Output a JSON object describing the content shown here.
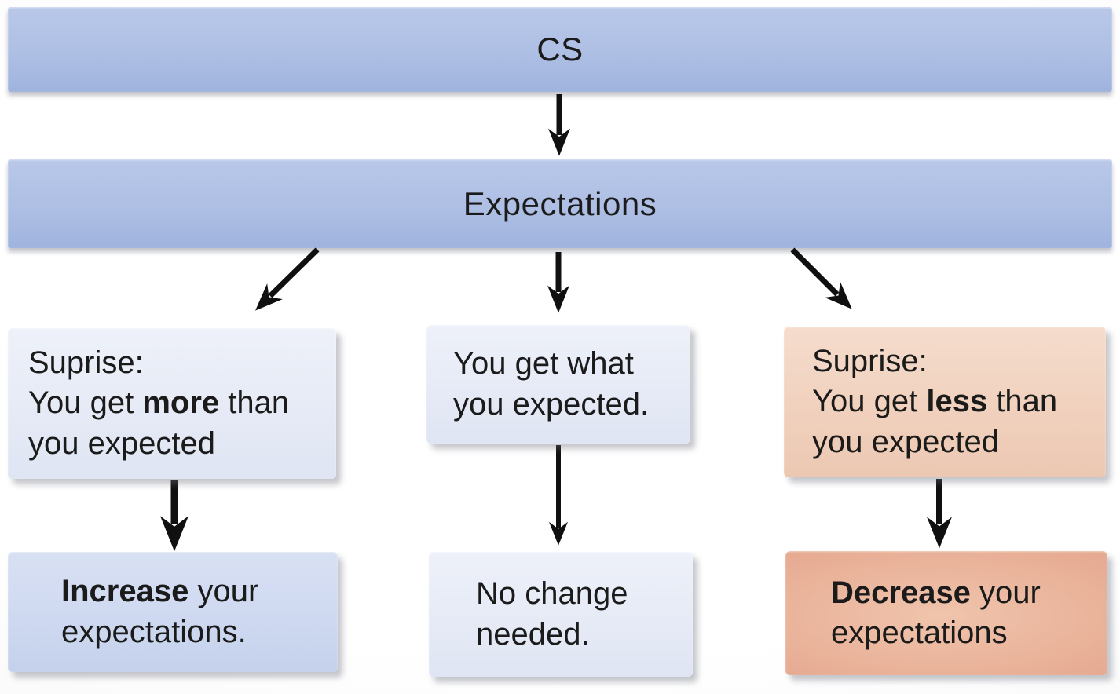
{
  "colors": {
    "bar-top": "#b9c8e9",
    "bar-mid": "#aebfe4",
    "bar-bottom": "#9fb3dd",
    "light-box-top": "#eef1f9",
    "light-box-bottom": "#dfe5f3",
    "blue-box-top": "#d8e0f3",
    "blue-box-mid": "#d0daf1",
    "blue-box-bottom": "#c5d1ec",
    "peach-top": "#f5dccd",
    "peach-mid": "#f1d2bf",
    "peach-bottom": "#ecc8b2",
    "salmon-top": "#e6aa91",
    "salmon-mid": "#f0c4ac",
    "arrow": "#101010",
    "text": "#1b1b1b"
  },
  "nodes": {
    "cs": {
      "label": "CS"
    },
    "expectations": {
      "label": "Expectations"
    },
    "surprise_more": {
      "line1": "Suprise:",
      "line2_pre": "You get ",
      "line2_bold": "more",
      "line2_post": " than",
      "line3": "you expected"
    },
    "match": {
      "line1": "You get what",
      "line2": "you expected."
    },
    "surprise_less": {
      "line1": "Suprise:",
      "line2_pre": "You get ",
      "line2_bold": "less",
      "line2_post": " than",
      "line3": "you expected"
    },
    "increase": {
      "line1_bold": "Increase",
      "line1_post": " your",
      "line2": "expectations."
    },
    "no_change": {
      "line1": "No change",
      "line2": "needed."
    },
    "decrease": {
      "line1_bold": "Decrease",
      "line1_post": " your",
      "line2": "expectations"
    }
  }
}
